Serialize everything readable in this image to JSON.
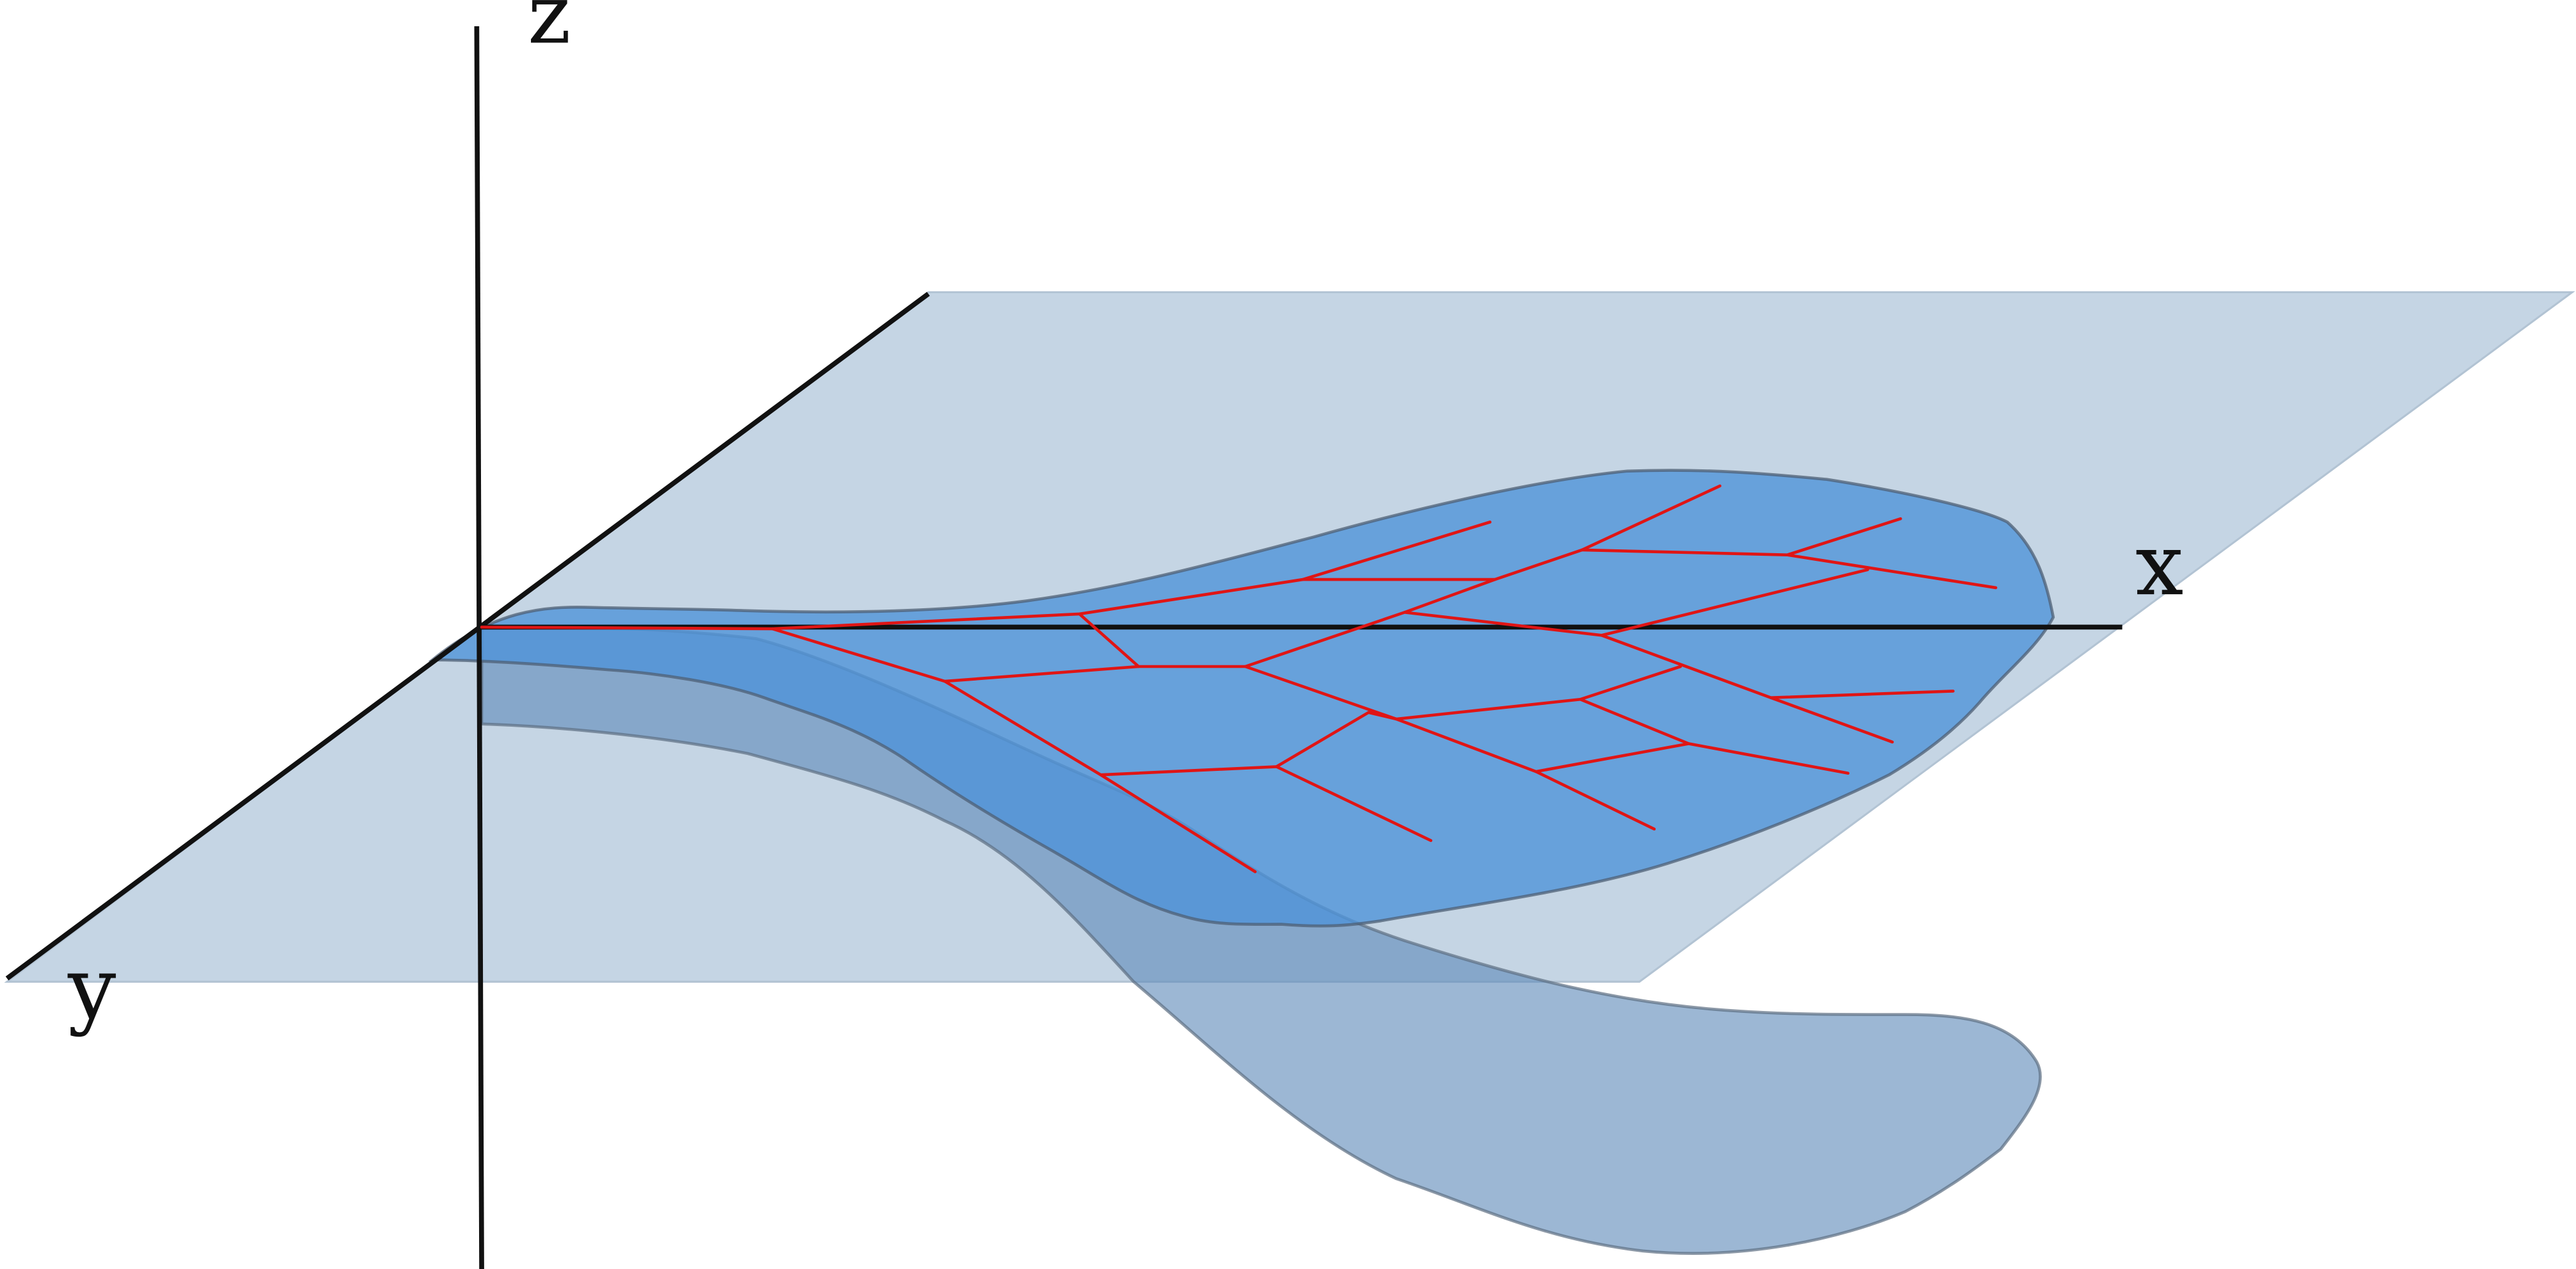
{
  "axes": {
    "x_label": "x",
    "y_label": "y",
    "z_label": "z"
  },
  "colors": {
    "plane_fill": "#c5d5e4",
    "plane_edge": "#a9bccc",
    "wing_fill": "#4f93d8",
    "lower_wing_fill": "#7d9fc6",
    "vein_color": "#e01515",
    "axis_color": "#111111"
  }
}
